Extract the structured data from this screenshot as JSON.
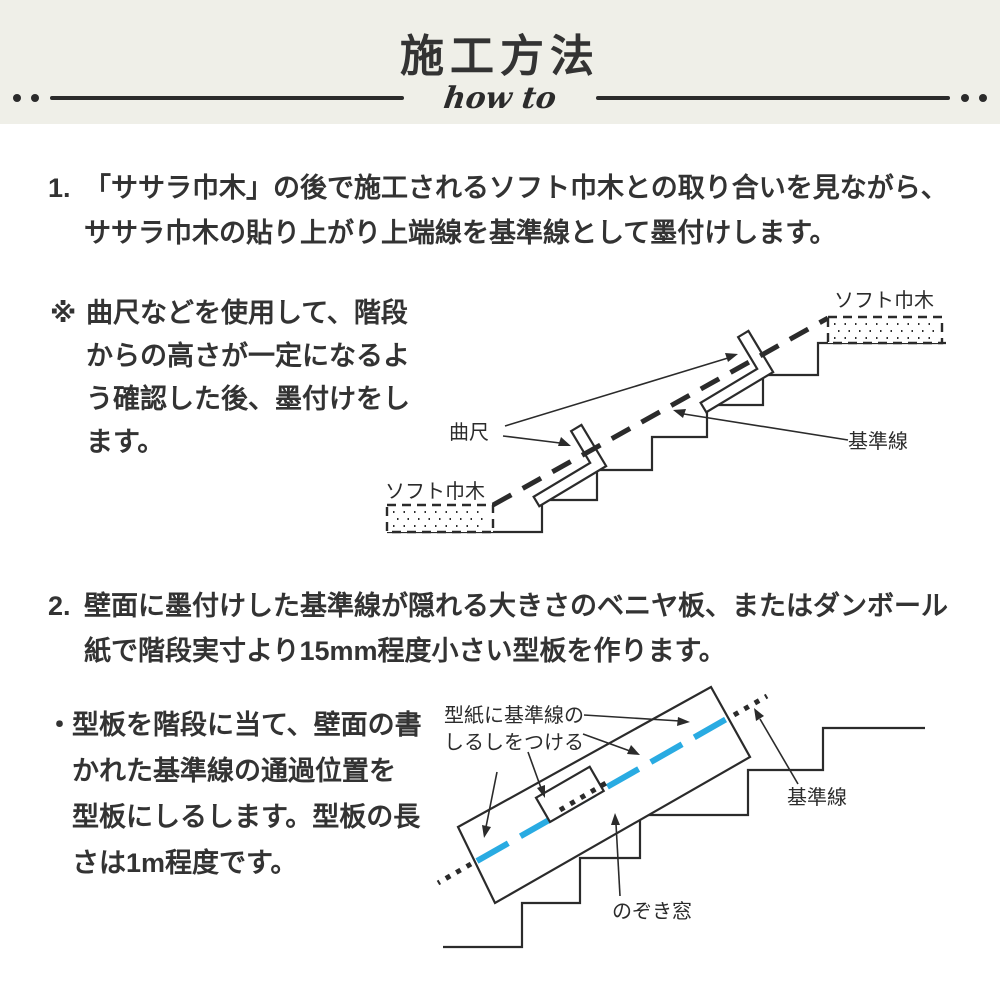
{
  "header": {
    "title": "施工方法",
    "subtitle": "how to"
  },
  "steps": [
    {
      "marker": "1.",
      "text": "「ササラ巾木」の後で施工されるソフト巾木との取り合いを見ながら、ササラ巾木の貼り上がり上端線を基準線として墨付けします。"
    },
    {
      "marker": "2.",
      "text": "壁面に墨付けした基準線が隠れる大きさのベニヤ板、またはダンボール紙で階段実寸より15mm程度小さい型板を作ります。"
    }
  ],
  "note": {
    "marker": "※",
    "text": "曲尺などを使用して、階段からの高さが一定になるよう確認した後、墨付けをします。"
  },
  "bullet": {
    "marker": "・",
    "text": "型板を階段に当て、壁面の書かれた基準線の通過位置を型板にしるします。型板の長さは1m程度です。"
  },
  "diagram1": {
    "labels": {
      "soft_skirting_top": "ソフト巾木",
      "soft_skirting_bottom": "ソフト巾木",
      "carpenters_square": "曲尺",
      "reference_line": "基準線"
    }
  },
  "diagram2": {
    "labels": {
      "mark_instruction_line1": "型紙に基準線の",
      "mark_instruction_line2": "しるしをつける",
      "reference_line": "基準線",
      "peep_window": "のぞき窓"
    }
  },
  "colors": {
    "accent_blue": "#29abe2",
    "header_bg": "#efefe8",
    "ink": "#2b2b2b"
  }
}
